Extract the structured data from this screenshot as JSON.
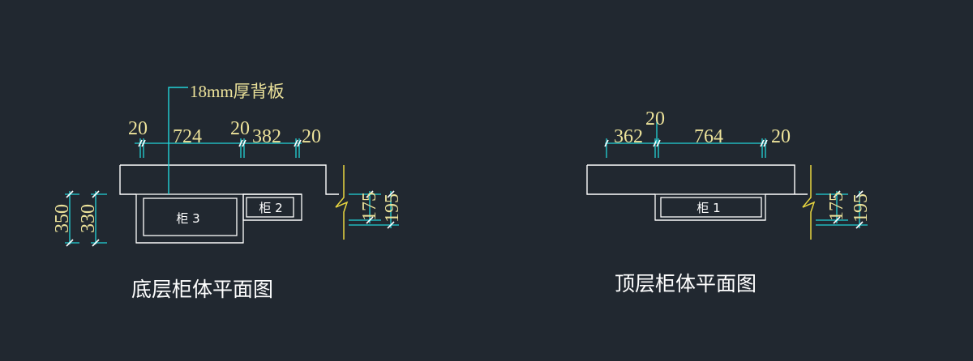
{
  "bottom_plan": {
    "title": "底层柜体平面图",
    "backboard_note": "18mm厚背板",
    "dims_top": [
      "20",
      "724",
      "20",
      "382",
      "20"
    ],
    "dims_left": [
      "350",
      "330"
    ],
    "dims_right": [
      "175",
      "195"
    ],
    "cabinet_3": "柜 3",
    "cabinet_2": "柜 2"
  },
  "top_plan": {
    "title": "顶层柜体平面图",
    "dims_top": [
      "20",
      "362",
      "764",
      "20"
    ],
    "dims_right": [
      "175",
      "195"
    ],
    "cabinet_1": "柜 1"
  },
  "colors": {
    "background": "#212830",
    "outline": "#ffffff",
    "dimension_line": "#22d3d8",
    "dimension_text": "#ece29a",
    "wall_marker": "#e8d640"
  }
}
